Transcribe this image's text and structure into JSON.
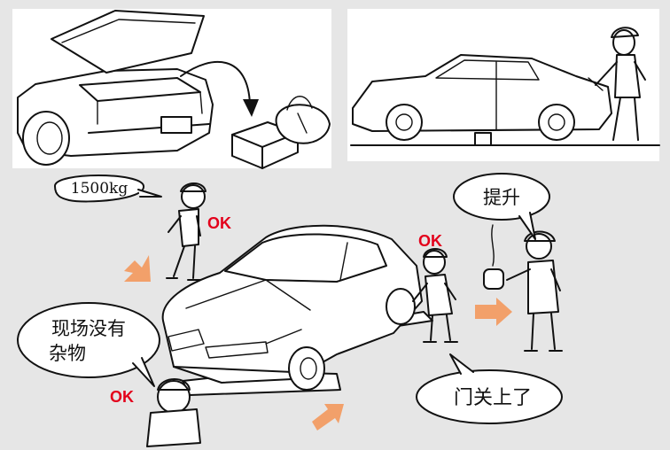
{
  "bubbles": {
    "weight": "1500kg",
    "no_debris_line1": "现场没有",
    "no_debris_line2": "杂物",
    "lift": "提升",
    "doors_closed": "门关上了"
  },
  "ok_marks": {
    "top_left": "OK",
    "front_right": "OK",
    "bottom_left": "OK"
  },
  "colors": {
    "background": "#e6e6e6",
    "ok_red": "#e3001b",
    "arrow_orange": "#f2a06a",
    "line": "#111111"
  }
}
